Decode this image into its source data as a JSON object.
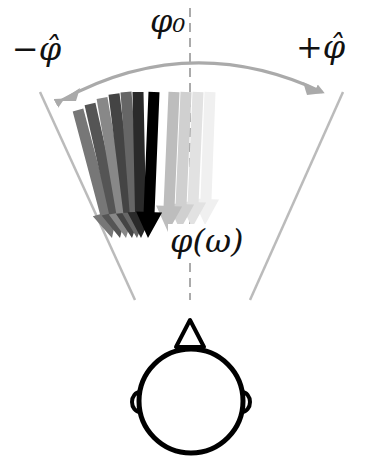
{
  "diagram": {
    "labels": [
      "−φ̂",
      "φ₀",
      "+φ̂",
      "φ(ω)"
    ]
  }
}
